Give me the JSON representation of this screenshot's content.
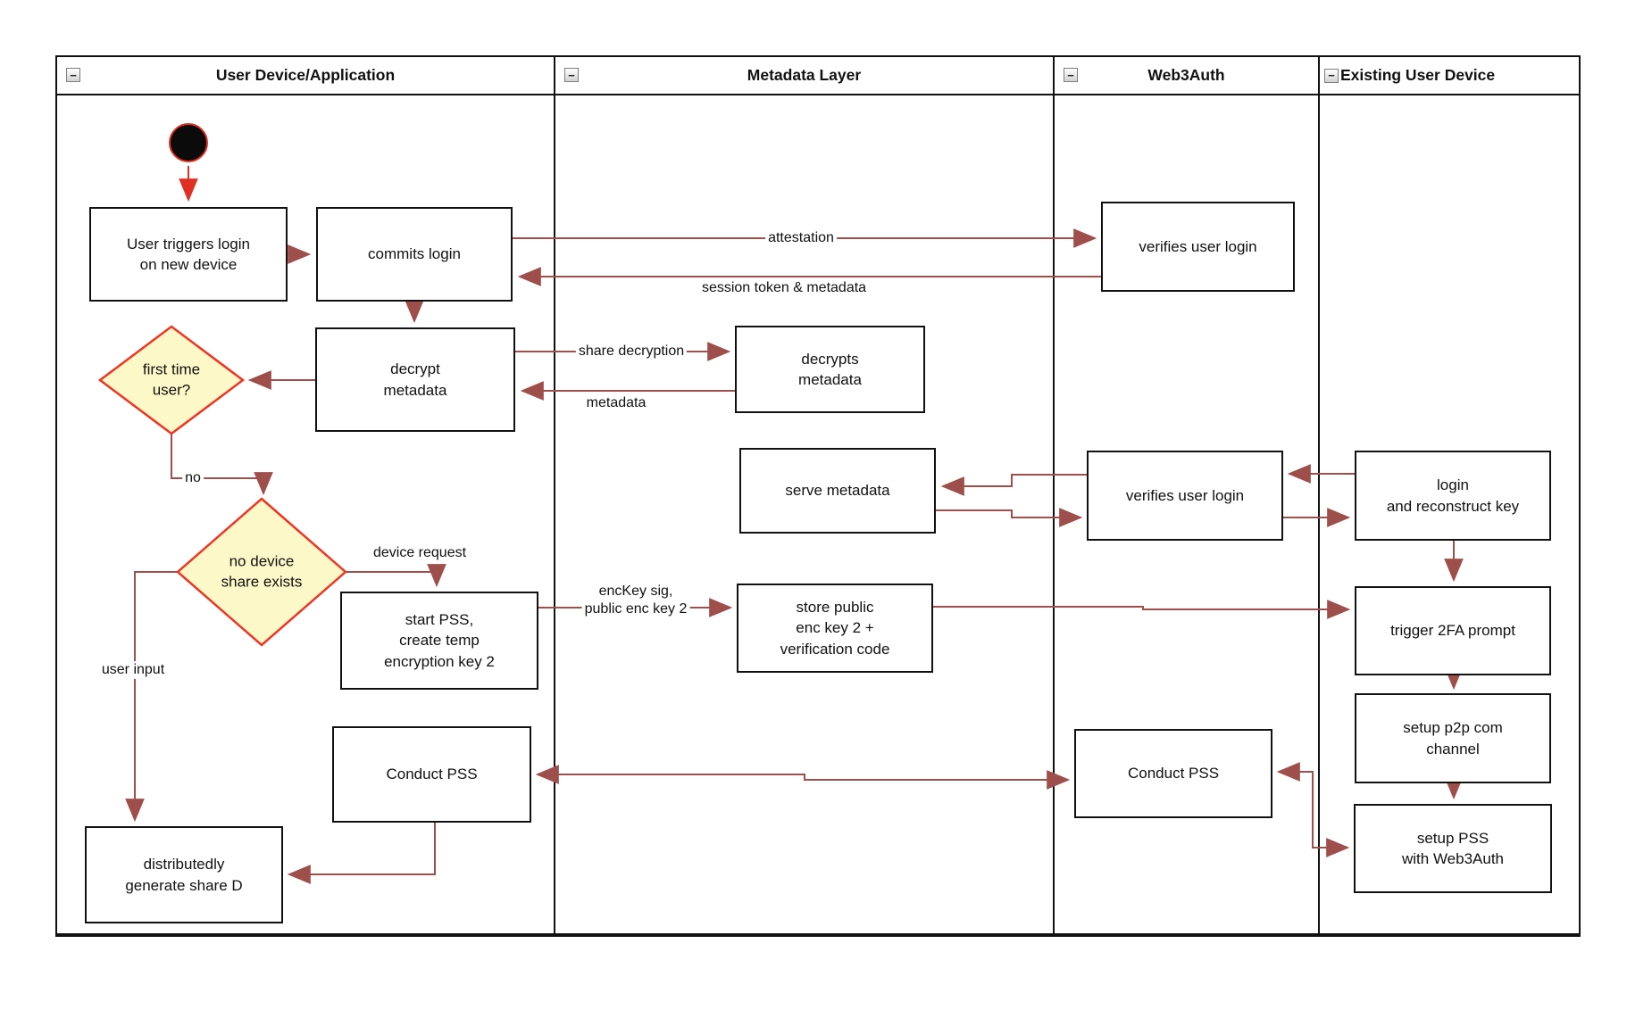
{
  "diagram_title": "swimlane activity diagram",
  "colors": {
    "connector": "#9e4f4b",
    "accent_red": "#e03024",
    "diamond_fill": "#fcf8c8",
    "diamond_border": "#ee3524",
    "border": "#111111"
  },
  "lanes": [
    {
      "title": "User Device/Application",
      "icon": "minimize-icon",
      "icon_glyph": "−"
    },
    {
      "title": "Metadata Layer",
      "icon": "minimize-icon",
      "icon_glyph": "−"
    },
    {
      "title": "Web3Auth",
      "icon": "minimize-icon",
      "icon_glyph": "−"
    },
    {
      "title": "Existing User Device",
      "icon": "minimize-icon",
      "icon_glyph": "−"
    }
  ],
  "nodes": {
    "start": {
      "type": "initial-node"
    },
    "user_triggers": {
      "label": "User triggers login\non new device"
    },
    "commits_login": {
      "label": "commits login"
    },
    "decrypt_metadata": {
      "label": "decrypt\nmetadata"
    },
    "first_time": {
      "label": "first time\nuser?",
      "type": "decision"
    },
    "no_device_share": {
      "label": "no device\nshare exists",
      "type": "decision"
    },
    "start_pss": {
      "label": "start PSS,\ncreate temp\nencryption key 2"
    },
    "conduct_pss_left": {
      "label": "Conduct PSS"
    },
    "distributedly": {
      "label": "distributedly\ngenerate share D"
    },
    "decrypts_metadata": {
      "label": "decrypts\nmetadata"
    },
    "serve_metadata": {
      "label": "serve metadata"
    },
    "store_public": {
      "label": "store public\nenc key 2 +\nverification code"
    },
    "verifies_top": {
      "label": "verifies user login"
    },
    "verifies_mid": {
      "label": "verifies user login"
    },
    "conduct_pss_right": {
      "label": "Conduct PSS"
    },
    "login_reconstruct": {
      "label": "login\nand reconstruct key"
    },
    "trigger_2fa": {
      "label": "trigger 2FA prompt"
    },
    "setup_p2p": {
      "label": "setup p2p com\nchannel"
    },
    "setup_pss": {
      "label": "setup PSS\nwith Web3Auth"
    }
  },
  "edges": {
    "attestation": "attestation",
    "session_token": "session token & metadata",
    "share_decryption": "share decryption",
    "metadata_return": "metadata",
    "no": "no",
    "device_request": "device request",
    "user_input": "user input",
    "enckey": "encKey sig,\npublic enc key 2"
  }
}
